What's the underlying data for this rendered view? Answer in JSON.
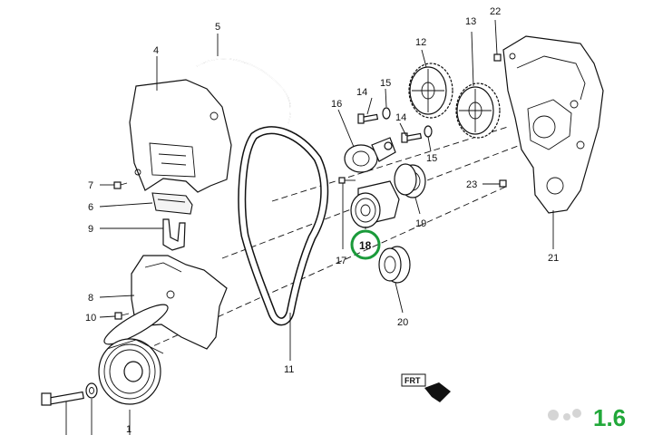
{
  "diagram": {
    "callouts": [
      "1",
      "4",
      "5",
      "6",
      "7",
      "8",
      "9",
      "10",
      "11",
      "12",
      "13",
      "14",
      "14",
      "15",
      "15",
      "16",
      "17",
      "18",
      "19",
      "20",
      "21",
      "22",
      "23"
    ],
    "highlighted_part": "18",
    "highlight_color": "#1a9a3a",
    "direction_label": "FRT",
    "badge": {
      "text": "1.6",
      "color": "#22a83a"
    }
  }
}
